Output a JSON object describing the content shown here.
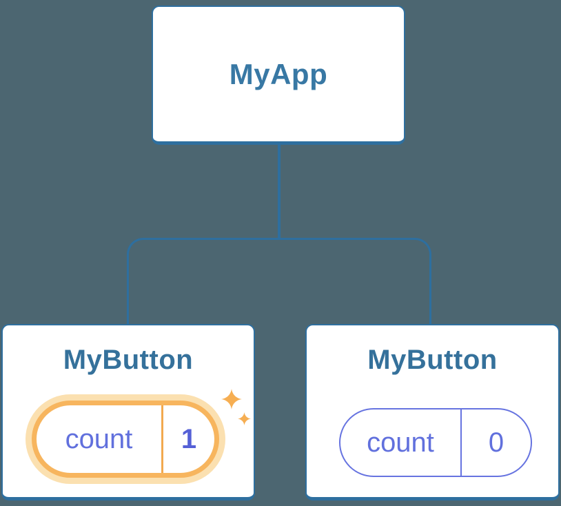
{
  "diagram": {
    "description": "React component tree showing isolated state",
    "root": {
      "title": "MyApp"
    },
    "children": [
      {
        "title": "MyButton",
        "state_label": "count",
        "state_value": "1",
        "highlighted": true
      },
      {
        "title": "MyButton",
        "state_label": "count",
        "state_value": "0",
        "highlighted": false
      }
    ]
  },
  "icons": {
    "sparkles": "four-point-star"
  },
  "colors": {
    "bg": "#4c6671",
    "line": "#2e6f9f",
    "card_bg": "#ffffff",
    "heading": "#3878a4",
    "subheading": "#35719b",
    "indigo_border": "#6673e0",
    "indigo_text": "#6170dd",
    "indigo_bold": "#5560d6",
    "orange_ring": "#f7b55e",
    "orange_halo": "#fbe0b0",
    "orange_divider": "#f2a94f",
    "sparkle": "#f6ae52"
  }
}
